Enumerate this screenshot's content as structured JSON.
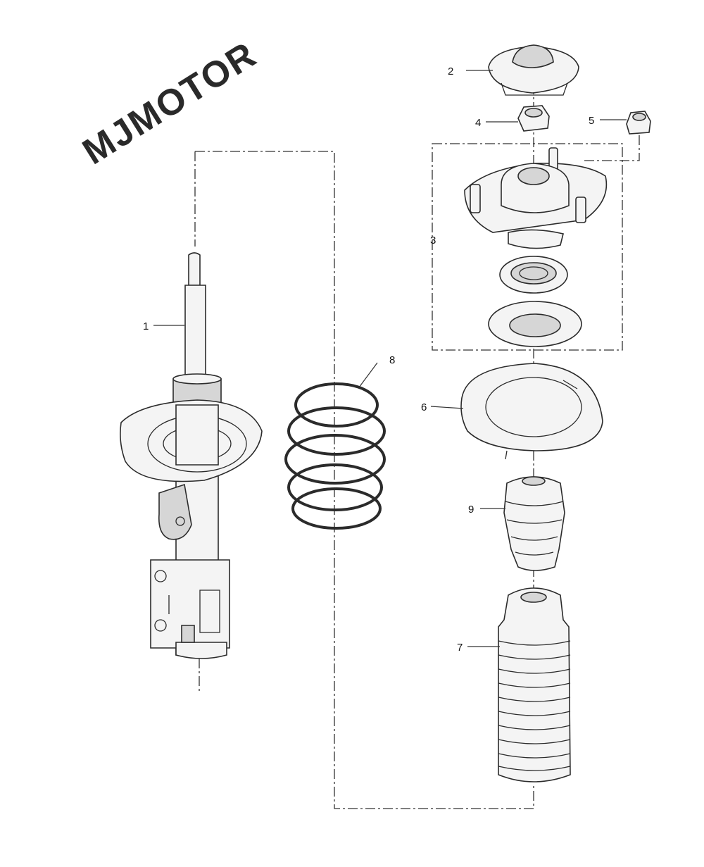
{
  "watermark": "MJMOTOR",
  "callouts": [
    {
      "id": "c1",
      "label": "1"
    },
    {
      "id": "c2",
      "label": "2"
    },
    {
      "id": "c3",
      "label": "3"
    },
    {
      "id": "c4",
      "label": "4"
    },
    {
      "id": "c5",
      "label": "5"
    },
    {
      "id": "c6",
      "label": "6"
    },
    {
      "id": "c7",
      "label": "7"
    },
    {
      "id": "c8",
      "label": "8"
    },
    {
      "id": "c9",
      "label": "9"
    }
  ],
  "colors": {
    "line": "#2b2b2b",
    "part_fill": "#f4f4f4",
    "shade": "#d6d6d6"
  }
}
